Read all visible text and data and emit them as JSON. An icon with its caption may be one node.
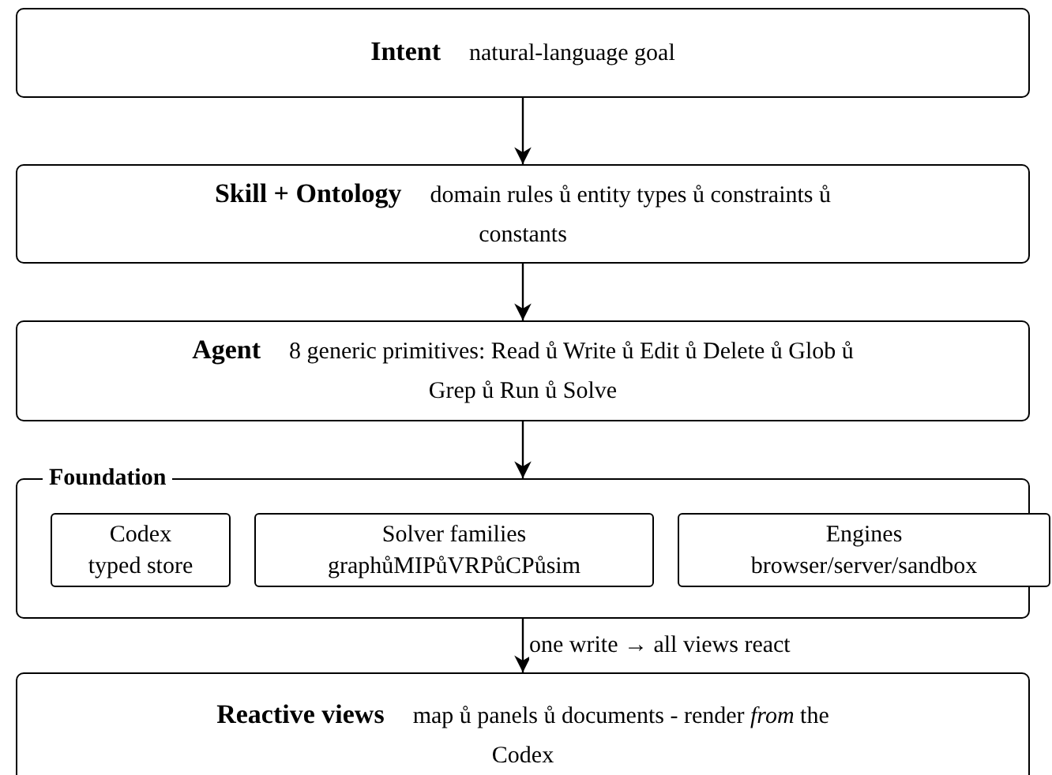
{
  "diagram": {
    "nodes": [
      {
        "text": [
          "Intent",
          "natural-language goal"
        ]
      },
      {
        "text": [
          "Skill + Ontology",
          "domain rules ů entity types ů constraints ů constants"
        ]
      },
      {
        "text": [
          "Agent",
          "8 generic primitives: Read ů Write ů Edit ů Delete ů Glob ů Grep ů Run ů Solve"
        ]
      },
      {
        "text": [
          "Foundation"
        ]
      },
      {
        "text": [
          "Codex",
          "typed store"
        ],
        "in": 3
      },
      {
        "text": [
          "Solver families",
          "graphůMIPůVRPůCPůsim"
        ],
        "in": 3
      },
      {
        "text": [
          "Engines",
          "browser/server/sandbox"
        ],
        "in": 3
      },
      {
        "text": [
          "Reactive views",
          "map ů panels ů documents - render *from* the Codex"
        ]
      }
    ],
    "edges": [
      {
        "from": 0,
        "to": 1,
        "arrow": "to"
      },
      {
        "from": 1,
        "to": 2,
        "arrow": "to"
      },
      {
        "from": 2,
        "to": 3,
        "arrow": "to"
      },
      {
        "from": 3,
        "to": 7,
        "arrow": "to",
        "label": "one write → all views react"
      }
    ]
  }
}
